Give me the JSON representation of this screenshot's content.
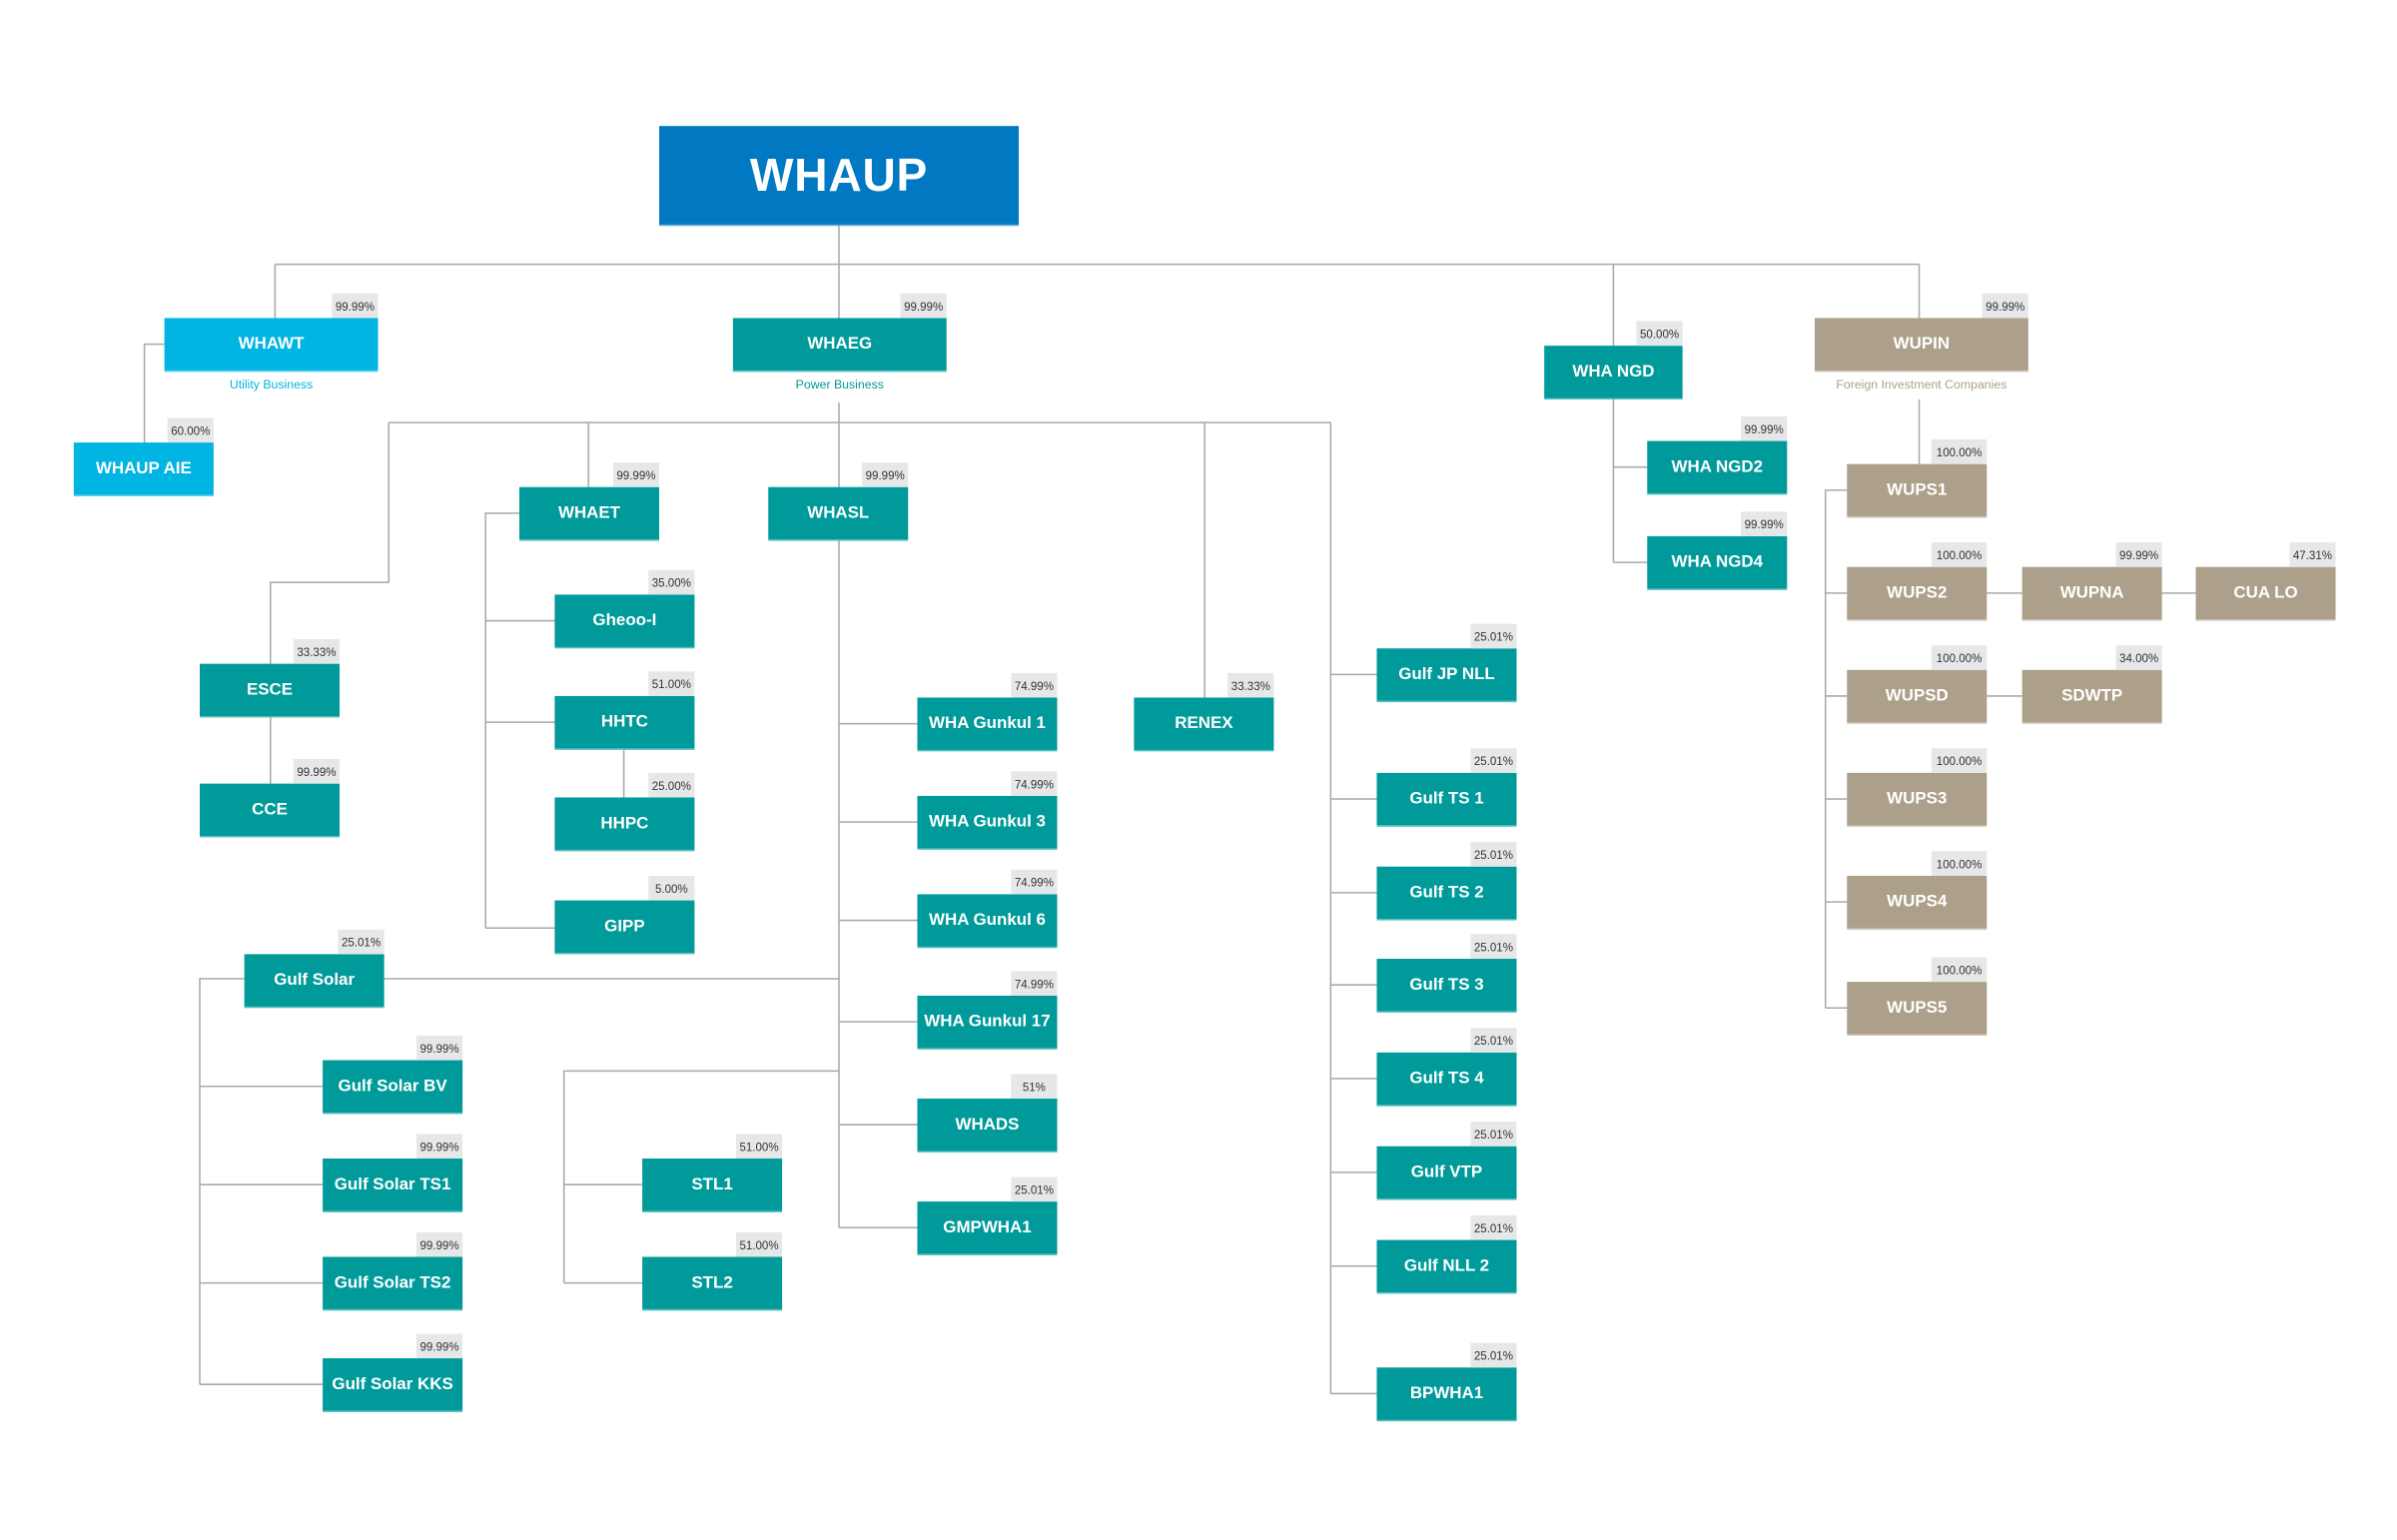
{
  "colors": {
    "root": "#0079c2",
    "utility": "#00b5e2",
    "power": "#009a9a",
    "foreign": "#ada08a",
    "line": "#a7a9ac",
    "pct_bg": "#e6e7e8"
  },
  "nodes": [
    {
      "id": "whaup",
      "label": "WHAUP",
      "group": "root"
    },
    {
      "id": "whawt",
      "label": "WHAWT",
      "pct": "99.99%",
      "subtitle": "Utility Business",
      "group": "utility"
    },
    {
      "id": "whaup-aie",
      "label": "WHAUP AIE",
      "pct": "60.00%",
      "group": "utility"
    },
    {
      "id": "whaeg",
      "label": "WHAEG",
      "pct": "99.99%",
      "subtitle": "Power Business",
      "group": "power"
    },
    {
      "id": "wha-ngd",
      "label": "WHA NGD",
      "pct": "50.00%",
      "group": "power"
    },
    {
      "id": "wupin",
      "label": "WUPIN",
      "pct": "99.99%",
      "subtitle": "Foreign Investment Companies",
      "group": "foreign"
    },
    {
      "id": "wha-ngd2",
      "label": "WHA NGD2",
      "pct": "99.99%",
      "group": "power"
    },
    {
      "id": "wha-ngd4",
      "label": "WHA NGD4",
      "pct": "99.99%",
      "group": "power"
    },
    {
      "id": "wups1",
      "label": "WUPS1",
      "pct": "100.00%",
      "group": "foreign"
    },
    {
      "id": "wups2",
      "label": "WUPS2",
      "pct": "100.00%",
      "group": "foreign"
    },
    {
      "id": "wupna",
      "label": "WUPNA",
      "pct": "99.99%",
      "group": "foreign"
    },
    {
      "id": "cua-lo",
      "label": "CUA LO",
      "pct": "47.31%",
      "group": "foreign"
    },
    {
      "id": "wupsd",
      "label": "WUPSD",
      "pct": "100.00%",
      "group": "foreign"
    },
    {
      "id": "sdwtp",
      "label": "SDWTP",
      "pct": "34.00%",
      "group": "foreign"
    },
    {
      "id": "wups3",
      "label": "WUPS3",
      "pct": "100.00%",
      "group": "foreign"
    },
    {
      "id": "wups4",
      "label": "WUPS4",
      "pct": "100.00%",
      "group": "foreign"
    },
    {
      "id": "wups5",
      "label": "WUPS5",
      "pct": "100.00%",
      "group": "foreign"
    },
    {
      "id": "whaet",
      "label": "WHAET",
      "pct": "99.99%",
      "group": "power"
    },
    {
      "id": "whasl",
      "label": "WHASL",
      "pct": "99.99%",
      "group": "power"
    },
    {
      "id": "esce",
      "label": "ESCE",
      "pct": "33.33%",
      "group": "power"
    },
    {
      "id": "cce",
      "label": "CCE",
      "pct": "99.99%",
      "group": "power"
    },
    {
      "id": "gheoo-i",
      "label": "Gheoo-I",
      "pct": "35.00%",
      "group": "power"
    },
    {
      "id": "hhtc",
      "label": "HHTC",
      "pct": "51.00%",
      "group": "power"
    },
    {
      "id": "hhpc",
      "label": "HHPC",
      "pct": "25.00%",
      "group": "power"
    },
    {
      "id": "gipp",
      "label": "GIPP",
      "pct": "5.00%",
      "group": "power"
    },
    {
      "id": "renex",
      "label": "RENEX",
      "pct": "33.33%",
      "group": "power"
    },
    {
      "id": "wha-gunkul-1",
      "label": "WHA Gunkul 1",
      "pct": "74.99%",
      "group": "power"
    },
    {
      "id": "wha-gunkul-3",
      "label": "WHA Gunkul 3",
      "pct": "74.99%",
      "group": "power"
    },
    {
      "id": "wha-gunkul-6",
      "label": "WHA Gunkul 6",
      "pct": "74.99%",
      "group": "power"
    },
    {
      "id": "wha-gunkul-17",
      "label": "WHA Gunkul 17",
      "pct": "74.99%",
      "group": "power"
    },
    {
      "id": "whads",
      "label": "WHADS",
      "pct": "51%",
      "group": "power"
    },
    {
      "id": "gmpwha1",
      "label": "GMPWHA1",
      "pct": "25.01%",
      "group": "power"
    },
    {
      "id": "gulf-jp-nll",
      "label": "Gulf JP NLL",
      "pct": "25.01%",
      "group": "power"
    },
    {
      "id": "gulf-ts-1",
      "label": "Gulf TS 1",
      "pct": "25.01%",
      "group": "power"
    },
    {
      "id": "gulf-ts-2",
      "label": "Gulf TS 2",
      "pct": "25.01%",
      "group": "power"
    },
    {
      "id": "gulf-ts-3",
      "label": "Gulf TS 3",
      "pct": "25.01%",
      "group": "power"
    },
    {
      "id": "gulf-ts-4",
      "label": "Gulf TS 4",
      "pct": "25.01%",
      "group": "power"
    },
    {
      "id": "gulf-vtp",
      "label": "Gulf VTP",
      "pct": "25.01%",
      "group": "power"
    },
    {
      "id": "gulf-nll-2",
      "label": "Gulf NLL 2",
      "pct": "25.01%",
      "group": "power"
    },
    {
      "id": "bpwha1",
      "label": "BPWHA1",
      "pct": "25.01%",
      "group": "power"
    },
    {
      "id": "gulf-solar",
      "label": "Gulf Solar",
      "pct": "25.01%",
      "group": "power"
    },
    {
      "id": "gulf-solar-bv",
      "label": "Gulf Solar BV",
      "pct": "99.99%",
      "group": "power"
    },
    {
      "id": "gulf-solar-ts1",
      "label": "Gulf Solar TS1",
      "pct": "99.99%",
      "group": "power"
    },
    {
      "id": "gulf-solar-ts2",
      "label": "Gulf Solar TS2",
      "pct": "99.99%",
      "group": "power"
    },
    {
      "id": "gulf-solar-kks",
      "label": "Gulf Solar KKS",
      "pct": "99.99%",
      "group": "power"
    },
    {
      "id": "stl1",
      "label": "STL1",
      "pct": "51.00%",
      "group": "power"
    },
    {
      "id": "stl2",
      "label": "STL2",
      "pct": "51.00%",
      "group": "power"
    }
  ]
}
